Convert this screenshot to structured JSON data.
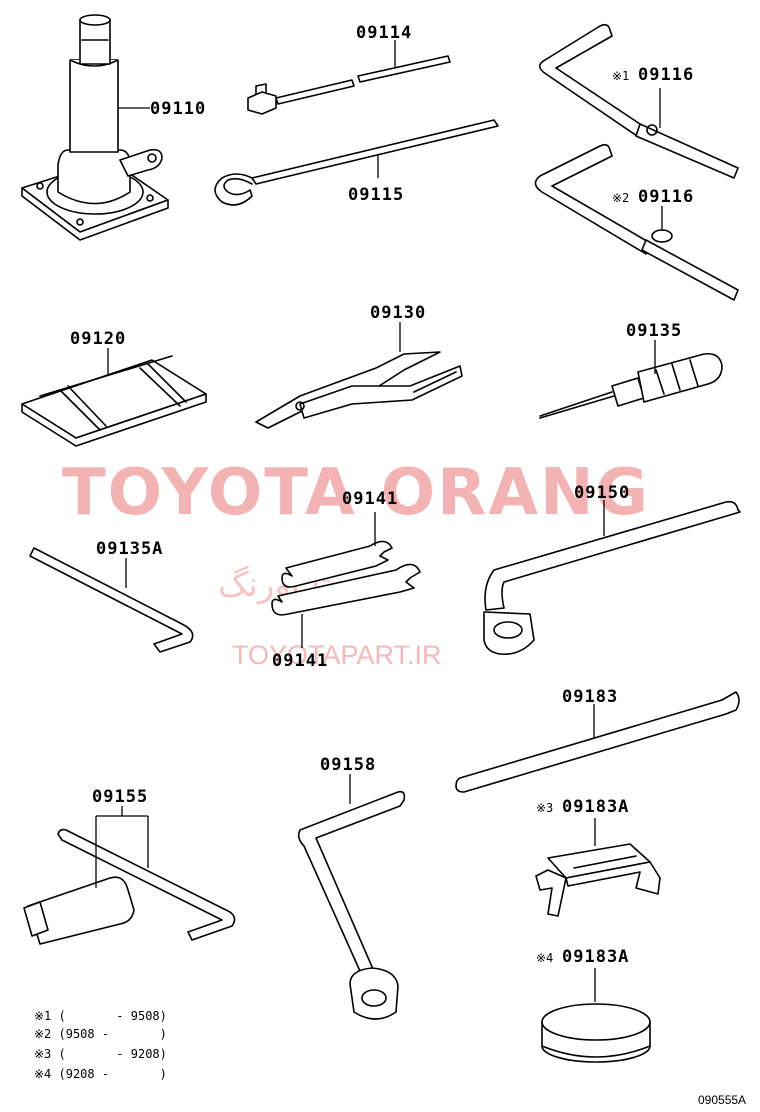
{
  "watermark": {
    "brand": "TOYOTA ORANG",
    "persian": "تیوتا اورنگ",
    "url": "TOYOTAPART.IR"
  },
  "parts": {
    "p09110": "09110",
    "p09114": "09114",
    "p09116_1": "09116",
    "p09116_2": "09116",
    "p09115": "09115",
    "p09120": "09120",
    "p09130": "09130",
    "p09135": "09135",
    "p09141_top": "09141",
    "p09141_bottom": "09141",
    "p09150": "09150",
    "p09135A": "09135A",
    "p09183": "09183",
    "p09158": "09158",
    "p09155": "09155",
    "p09183A_3": "09183A",
    "p09183A_4": "09183A"
  },
  "markers": {
    "m1": "※1",
    "m2": "※2",
    "m3": "※3",
    "m4": "※4"
  },
  "notes": [
    "※1 (       - 9508)",
    "※2 (9508 -       )",
    "※3 (       - 9208)",
    "※4 (9208 -       )"
  ],
  "diagram_code": "090555A"
}
